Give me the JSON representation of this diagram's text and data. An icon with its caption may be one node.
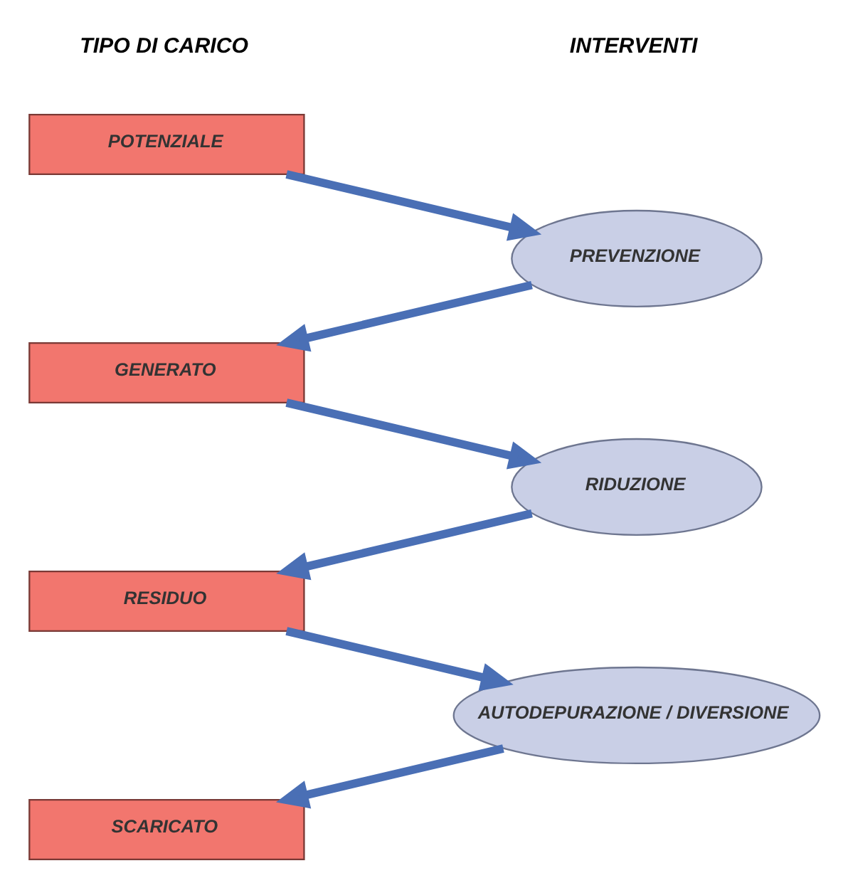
{
  "diagram": {
    "nodes": [
      {
        "text": [
          "POTENZIALE"
        ]
      },
      {
        "text": [
          "PREVENZIONE"
        ]
      },
      {
        "text": [
          "GENERATO"
        ]
      },
      {
        "text": [
          "RIDUZIONE"
        ]
      },
      {
        "text": [
          "RESIDUO"
        ]
      },
      {
        "text": [
          "AUTODEPURAZIONE / DIVERSIONE"
        ]
      },
      {
        "text": [
          "SCARICATO"
        ]
      }
    ],
    "edges": [
      {
        "from": 0,
        "to": 1,
        "arrow": "to"
      },
      {
        "from": 1,
        "to": 2,
        "arrow": "to"
      },
      {
        "from": 2,
        "to": 3,
        "arrow": "to"
      },
      {
        "from": 3,
        "to": 4,
        "arrow": "to"
      },
      {
        "from": 4,
        "to": 5,
        "arrow": "to"
      },
      {
        "from": 5,
        "to": 6,
        "arrow": "to"
      }
    ],
    "labels": [
      "TIPO DI CARICO",
      "INTERVENTI"
    ]
  }
}
